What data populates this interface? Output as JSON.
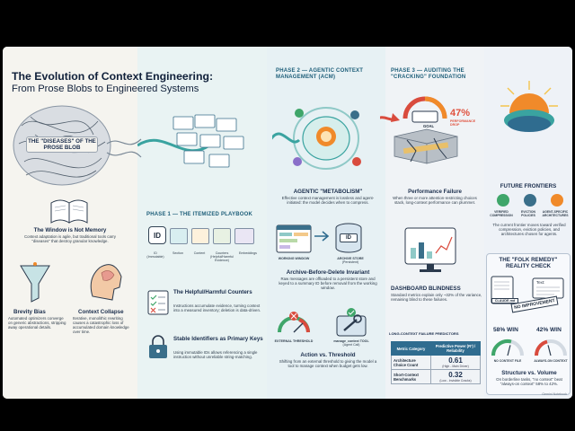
{
  "title": "The Evolution of Context Engineering:",
  "subtitle": "From Prose Blobs to Engineered Systems",
  "intro": {
    "diseases_title": "THE \"DISEASES\" OF THE PROSE BLOB",
    "window_title": "The Window is Not Memory",
    "window_text": "Context adaptation is agile, but traditional tools carry \"diseases\" that destroy granular knowledge.",
    "brevity_title": "Brevity Bias",
    "brevity_text": "Automated optimizers converge on generic abstractions, stripping away operational details.",
    "collapse_title": "Context Collapse",
    "collapse_text": "Iterative, monolithic rewriting causes a catastrophic loss of accumulated domain knowledge over time."
  },
  "phase1": {
    "header": "PHASE 1 — THE ITEMIZED PLAYBOOK",
    "labels": [
      "ID",
      "Section",
      "Content",
      "Counters",
      "Embeddings"
    ],
    "label_notes": [
      "(Immutable)",
      "",
      "",
      "(Helpful/Harmful Evidence)",
      ""
    ],
    "id_badge": "ID",
    "counters_title": "The Helpful/Harmful Counters",
    "counters_text": "Instructions accumulate evidence, turning context into a measured inventory; deletion is data-driven.",
    "stable_title": "Stable Identifiers as Primary Keys",
    "stable_text": "Using immutable IDs allows referencing a single instruction without unreliable string-matching."
  },
  "phase2": {
    "header": "PHASE 2 — AGENTIC CONTEXT MANAGEMENT (ACM)",
    "metabolism_title": "AGENTIC \"METABOLISM\"",
    "metabolism_text": "Effective context management is lossless and agent-initiated: the model decides when to compress.",
    "working_window": "WORKING WINDOW",
    "archive_store": "ARCHIVE STORE",
    "archive_note": "(Persistent)",
    "archive_badge": "ID",
    "invariant_title": "Archive-Before-Delete Invariant",
    "invariant_text": "Raw messages are offloaded to a persistent store and keyed to a summary ID before removal from the working window.",
    "external_label": "EXTERNAL THRESHOLD",
    "manage_label": "manage_context TOOL",
    "manage_note": "(Agent Call)",
    "action_title": "Action vs. Threshold",
    "action_text": "Shifting from an external threshold to giving the model a tool to manage context when budget gets low."
  },
  "phase3": {
    "header": "PHASE 3 — AUDITING THE \"CRACKING\" FOUNDATION",
    "goal_badge": "GOAL",
    "drop_value": "47%",
    "drop_label": "PERFORMANCE DROP",
    "perf_title": "Performance Failure",
    "perf_text": "When three or more attention-restricting choices stack, long-context performance can plummet.",
    "dash_title": "DASHBOARD BLINDNESS",
    "dash_text": "Standard metrics explain only ~32% of the variance, remaining blind to these failures.",
    "predictors_title": "LONG-CONTEXT FAILURE PREDICTORS",
    "table": {
      "headers": [
        "Metric Category",
        "Predictive Power (R²) / Reliability"
      ],
      "rows": [
        {
          "metric": "Architecture Choice Count",
          "value": "0.61",
          "note": "(High - Main Driver)"
        },
        {
          "metric": "Short-Context Benchmarks",
          "value": "0.32",
          "note": "(Low - Invisible Cracks)"
        }
      ]
    }
  },
  "frontiers": {
    "title": "FUTURE FRONTIERS",
    "items": [
      "VERIFIED COMPRESSION",
      "EVICTION POLICIES",
      "AGENT-SPECIFIC ARCHITECTURES"
    ],
    "text": "The current frontier moves toward verified compression, eviction policies, and architectures chosen for agents."
  },
  "folk": {
    "title": "THE \"FOLK REMEDY\" REALITY CHECK",
    "file_label": "CLAUDE.md",
    "text_label": "Text:",
    "stamp": "NO IMPROVEMENT",
    "win_left": "58% WIN",
    "win_right": "42% WIN",
    "gauge_left_label": "NO CONTEXT FILE",
    "gauge_right_label": "ALWAYS-ON CONTEXT",
    "gauge_left_value": 0.58,
    "gauge_right_value": 0.42,
    "sv_title": "Structure vs. Volume",
    "sv_text": "On borderline tasks, \"no context\" beat \"always-on context\" 58% to 42%."
  },
  "watermark": "Gemini Notebook",
  "colors": {
    "teal": "#2f8f8f",
    "navy": "#1a2d4c",
    "red": "#d94b3d",
    "orange": "#f08a2a",
    "green": "#3fa66a"
  }
}
